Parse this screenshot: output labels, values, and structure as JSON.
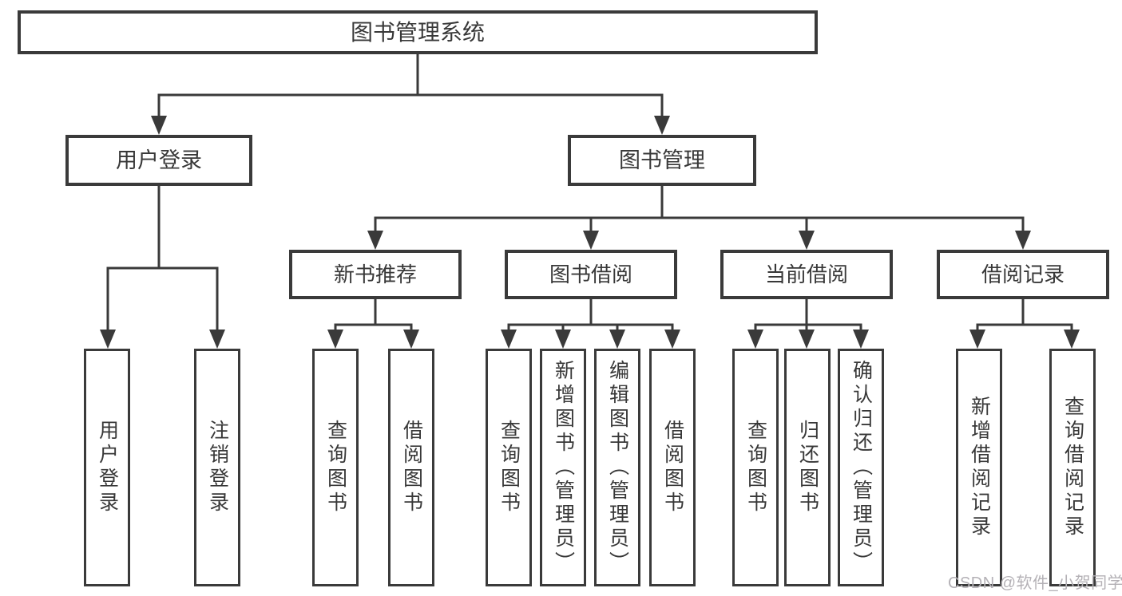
{
  "diagram": {
    "root": {
      "label": "图书管理系统"
    },
    "level2": [
      {
        "label": "用户登录"
      },
      {
        "label": "图书管理"
      }
    ],
    "level3": [
      {
        "label": "新书推荐"
      },
      {
        "label": "图书借阅"
      },
      {
        "label": "当前借阅"
      },
      {
        "label": "借阅记录"
      }
    ],
    "leaves": {
      "user_login": [
        {
          "label": "用户登录"
        },
        {
          "label": "注销登录"
        }
      ],
      "new_book": [
        {
          "label": "查询图书"
        },
        {
          "label": "借阅图书"
        }
      ],
      "book_borrow": [
        {
          "label": "查询图书"
        },
        {
          "label": "新增图书（管理员）"
        },
        {
          "label": "编辑图书（管理员）"
        },
        {
          "label": "借阅图书"
        }
      ],
      "current_borrow": [
        {
          "label": "查询图书"
        },
        {
          "label": "归还图书"
        },
        {
          "label": "确认归还（管理员）"
        }
      ],
      "borrow_record": [
        {
          "label": "新增借阅记录"
        },
        {
          "label": "查询借阅记录"
        }
      ]
    },
    "colors": {
      "line": "#3a3a3a",
      "text": "#383838",
      "background": "#ffffff"
    }
  },
  "watermark": {
    "text": "CSDN @软件_小贺同学",
    "color": "#b4b1b6"
  }
}
